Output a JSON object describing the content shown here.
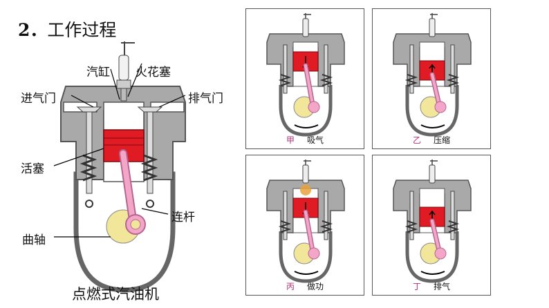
{
  "heading": {
    "number": "2",
    "text": "工作过程"
  },
  "main_diagram": {
    "caption": "点燃式汽油机",
    "labels": {
      "cylinder": "汽缸",
      "spark_plug": "火花塞",
      "intake_valve": "进气门",
      "exhaust_valve": "排气门",
      "piston": "活塞",
      "connecting_rod": "连杆",
      "crankshaft": "曲轴"
    }
  },
  "strokes": [
    {
      "id": "甲",
      "name": "吸气"
    },
    {
      "id": "乙",
      "name": "压缩"
    },
    {
      "id": "丙",
      "name": "做功"
    },
    {
      "id": "丁",
      "name": "排气"
    }
  ],
  "colors": {
    "piston": "#e01b24",
    "rod": "#f4a6c8",
    "block_fill": "#a9a9a9",
    "crank_fill": "#f2e69a",
    "spark": "#e8a23c",
    "caption_accent": "#b0307a"
  }
}
